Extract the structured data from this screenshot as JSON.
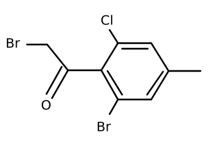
{
  "molecule": {
    "atoms": {
      "bromo_ch2": "Br",
      "carbonyl_oxygen": "O",
      "chloro": "Cl",
      "ring_bromo": "Br"
    }
  }
}
